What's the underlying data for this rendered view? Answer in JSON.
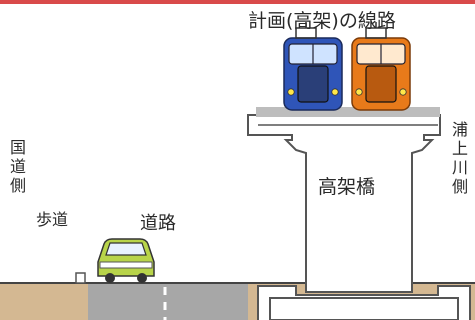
{
  "labels": {
    "plan_line": "計画(高架)の線路",
    "viaduct": "高架橋",
    "road": "道路",
    "sidewalk": "歩道",
    "national_road_side": "国道側",
    "urakami_river_side": "浦上川側"
  },
  "colors": {
    "top_bar": "#d94a4a",
    "ground": "#d4b892",
    "ground_line": "#444444",
    "road": "#a7a7a7",
    "road_center_line": "#ffffff",
    "viaduct_fill": "#ffffff",
    "viaduct_stroke": "#555555",
    "deck_top": "#bdbdbd",
    "train_blue": "#2f55b8",
    "train_orange": "#e87a1a",
    "car_body": "#b8d44a",
    "car_window": "#e8f2ff"
  },
  "icons": {
    "train_left": "blue-train-icon",
    "train_right": "orange-train-icon",
    "car": "car-icon"
  }
}
